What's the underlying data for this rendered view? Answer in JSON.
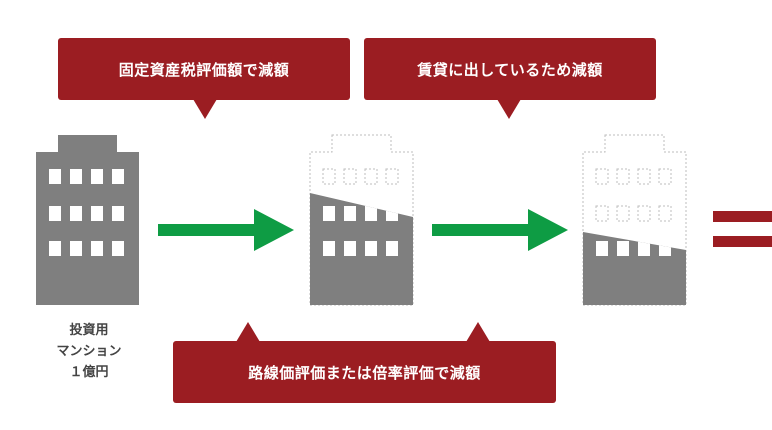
{
  "callouts": {
    "property_tax": "固定資産税評価額で減額",
    "rental": "賃貸に出しているため減額",
    "route_price": "路線価評価または倍率評価で減額"
  },
  "caption": {
    "line1": "投資用",
    "line2": "マンション",
    "line3": "１億円"
  },
  "colors": {
    "callout": "#9b1d22",
    "arrow": "#0e9c44",
    "building": "#7f7f7f",
    "outline": "#bdbdbd",
    "text": "#444444"
  },
  "icons": {
    "building": "building-icon",
    "arrow": "right-arrow-icon",
    "equals": "equals-icon"
  }
}
